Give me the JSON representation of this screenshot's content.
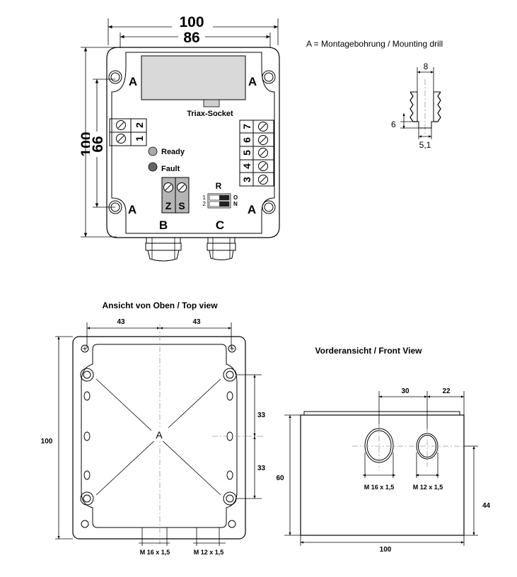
{
  "top_drawing": {
    "dims": {
      "outer_width": "100",
      "inner_width": "86",
      "outer_height": "100",
      "inner_height": "66"
    },
    "mount_label": "A",
    "triax_label": "Triax-Socket",
    "terminals_left": [
      "2",
      "1"
    ],
    "terminals_right": [
      "7",
      "6",
      "5",
      "4",
      "3"
    ],
    "led_ready": "Ready",
    "led_fault": "Fault",
    "zs_labels": [
      "Z",
      "S"
    ],
    "switch_title": "R",
    "switch_rows": [
      "1",
      "2"
    ],
    "switch_on": [
      "O",
      "N"
    ],
    "gland_labels": [
      "B",
      "C"
    ],
    "colors": {
      "led_ready": "#aaaaaa",
      "led_fault": "#666666",
      "zs_fill": "#b5b5b5",
      "triax_fill": "#d9d9d9"
    }
  },
  "detail": {
    "legend": "A = Montagebohrung / Mounting drill",
    "dim_top": "8",
    "dim_left": "6",
    "dim_bottom": "5,1"
  },
  "top_view": {
    "title": "Ansicht von Oben / Top view",
    "dim_left_half": "43",
    "dim_right_half": "43",
    "dim_height": "100",
    "dim_upper": "33",
    "dim_lower": "33",
    "center_label": "A",
    "gland_labels": [
      "M 16 x 1,5",
      "M 12 x 1,5"
    ]
  },
  "front_view": {
    "title": "Vorderansicht / Front View",
    "dim_spacing": "30",
    "dim_right": "22",
    "dim_height": "60",
    "dim_hole_height": "44",
    "dim_width": "100",
    "gland_labels": [
      "M 16 x 1,5",
      "M 12 x 1,5"
    ]
  }
}
